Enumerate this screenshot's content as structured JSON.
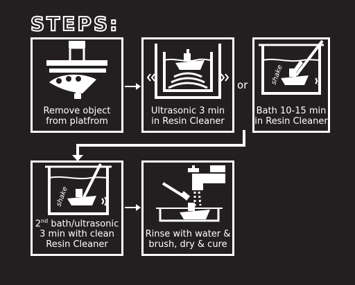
{
  "title": "STEPS:",
  "or_label": "or",
  "steps": [
    {
      "line1": "Remove object",
      "line2": "from platfrom",
      "line3": ""
    },
    {
      "line1": "Ultrasonic 3 min",
      "line2": "in Resin Cleaner",
      "line3": ""
    },
    {
      "line1": "Bath 10-15 min",
      "line2": "in Resin Cleaner",
      "line3": ""
    },
    {
      "line1_pre": "2",
      "line1_sup": "nd",
      "line1_post": " bath/ultrasonic",
      "line2": "3 min with clean",
      "line3": "Resin Cleaner"
    },
    {
      "line1": "Rinse with water &",
      "line2": "brush, dry & cure",
      "line3": ""
    }
  ],
  "shake_label": "shake",
  "colors": {
    "background": "#231f20",
    "foreground": "#ffffff"
  }
}
